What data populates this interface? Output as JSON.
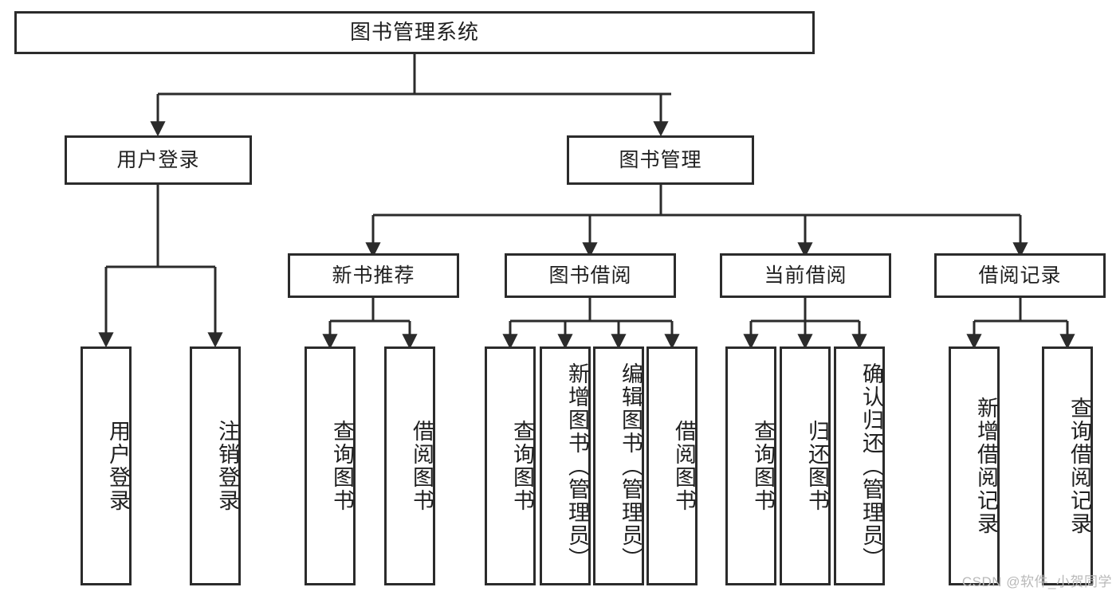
{
  "diagram": {
    "title": "图书管理系统",
    "type": "hierarchy-tree",
    "style": {
      "box_border_color": "#2b2b2b",
      "box_fill_color": "#ffffff",
      "line_color": "#2b2b2b",
      "text_color": "#1f1f1f",
      "background": "#ffffff"
    },
    "root": {
      "label": "图书管理系统"
    },
    "level2": [
      {
        "label": "用户登录"
      },
      {
        "label": "图书管理"
      }
    ],
    "level3": [
      {
        "label": "新书推荐"
      },
      {
        "label": "图书借阅"
      },
      {
        "label": "当前借阅"
      },
      {
        "label": "借阅记录"
      }
    ],
    "leaves": {
      "user_login": [
        {
          "label": "用户登录"
        },
        {
          "label": "注销登录"
        }
      ],
      "new_book_recommend": [
        {
          "label": "查询图书"
        },
        {
          "label": "借阅图书"
        }
      ],
      "book_borrow": [
        {
          "label": "查询图书"
        },
        {
          "label": "新增图书（管理员）"
        },
        {
          "label": "编辑图书（管理员）"
        },
        {
          "label": "借阅图书"
        }
      ],
      "current_borrow": [
        {
          "label": "查询图书"
        },
        {
          "label": "归还图书"
        },
        {
          "label": "确认归还（管理员）"
        }
      ],
      "borrow_record": [
        {
          "label": "新增借阅记录"
        },
        {
          "label": "查询借阅记录"
        }
      ]
    }
  },
  "watermark": {
    "text": "CSDN @软件_小贺同学"
  }
}
